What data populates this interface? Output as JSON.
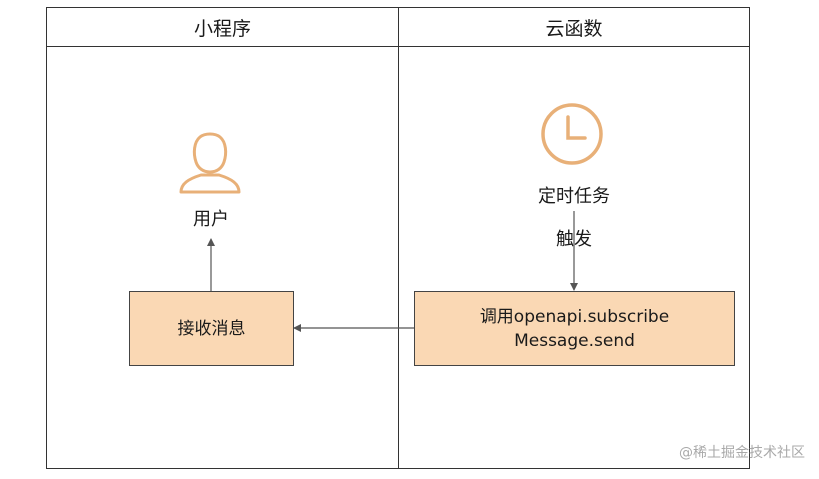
{
  "columns": {
    "left_title": "小程序",
    "right_title": "云函数"
  },
  "nodes": {
    "user_label": "用户",
    "timer_label": "定时任务",
    "trigger_label": "触发",
    "receive_box": "接收消息",
    "send_box_line1": "调用openapi.subscribe",
    "send_box_line2": "Message.send"
  },
  "icons": {
    "user": "user-icon",
    "timer": "clock-icon"
  },
  "colors": {
    "accent_stroke": "#e8b078",
    "box_fill": "#fad8b4",
    "line": "#333333",
    "arrow": "#555555"
  },
  "watermark": "@稀土掘金技术社区"
}
